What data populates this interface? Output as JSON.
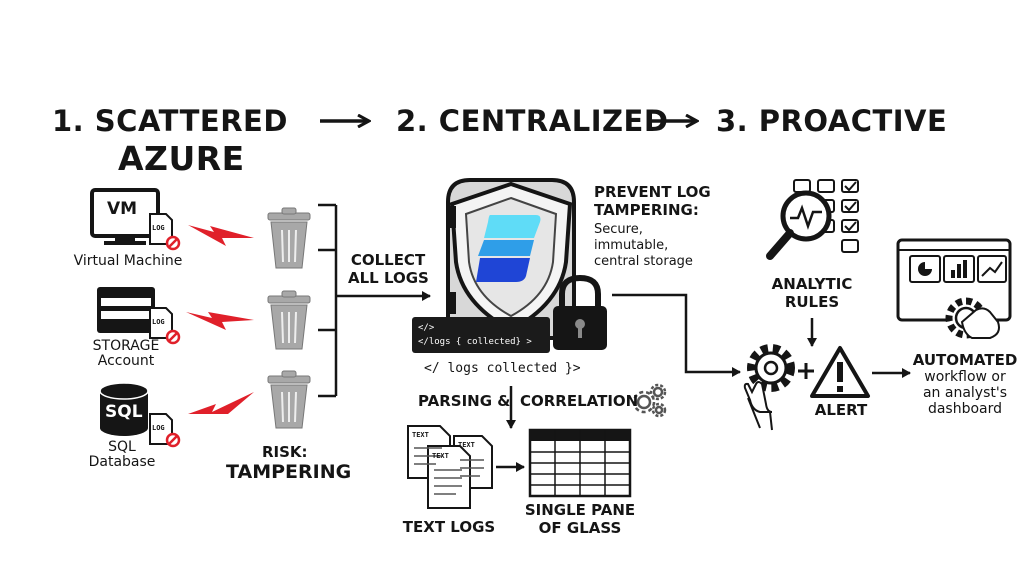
{
  "headings": {
    "step1": "1. SCATTERED",
    "azure": "AZURE",
    "step2": "2. CENTRALIZED",
    "step3": "3. PROACTIVE"
  },
  "sources": {
    "vm_icon_text": "VM",
    "vm_label": "Virtual Machine",
    "storage_label_1": "STORAGE",
    "storage_label_2": "Account",
    "sql_icon_text": "SQL",
    "sql_label_1": "SQL",
    "sql_label_2": "Database",
    "log_tag": "LOG"
  },
  "risk": {
    "line1": "RISK:",
    "line2": "TAMPERING"
  },
  "collect": {
    "line1": "COLLECT",
    "line2": "ALL LOGS"
  },
  "vault": {
    "terminal_line1": "</>",
    "terminal_line2": "</logs { collected} >",
    "caption": "</ logs collected }>"
  },
  "prevent": {
    "line1": "PREVENT LOG",
    "line2": "TAMPERING:",
    "line3": "Secure,",
    "line4": "immutable,",
    "line5": "central storage"
  },
  "parsing": {
    "left": "PARSING &",
    "right": "CORRELATION"
  },
  "text_logs": {
    "label": "TEXT LOGS",
    "doc_tag": "TEXT"
  },
  "single_pane": {
    "line1": "SINGLE PANE",
    "line2": "OF GLASS"
  },
  "analytic": {
    "line1": "ANALYTIC",
    "line2": "RULES"
  },
  "alert": {
    "label": "ALERT"
  },
  "automated": {
    "line1": "AUTOMATED",
    "line2": "workflow or",
    "line3": "an analyst's",
    "line4": "dashboard"
  },
  "colors": {
    "ink": "#151515",
    "zap_red": "#e0202a",
    "bin_gray": "#a8a8a8",
    "azure_blue_light": "#38c6f0",
    "azure_blue_dark": "#1f55d6",
    "terminal_bg": "#1b1b1b"
  }
}
